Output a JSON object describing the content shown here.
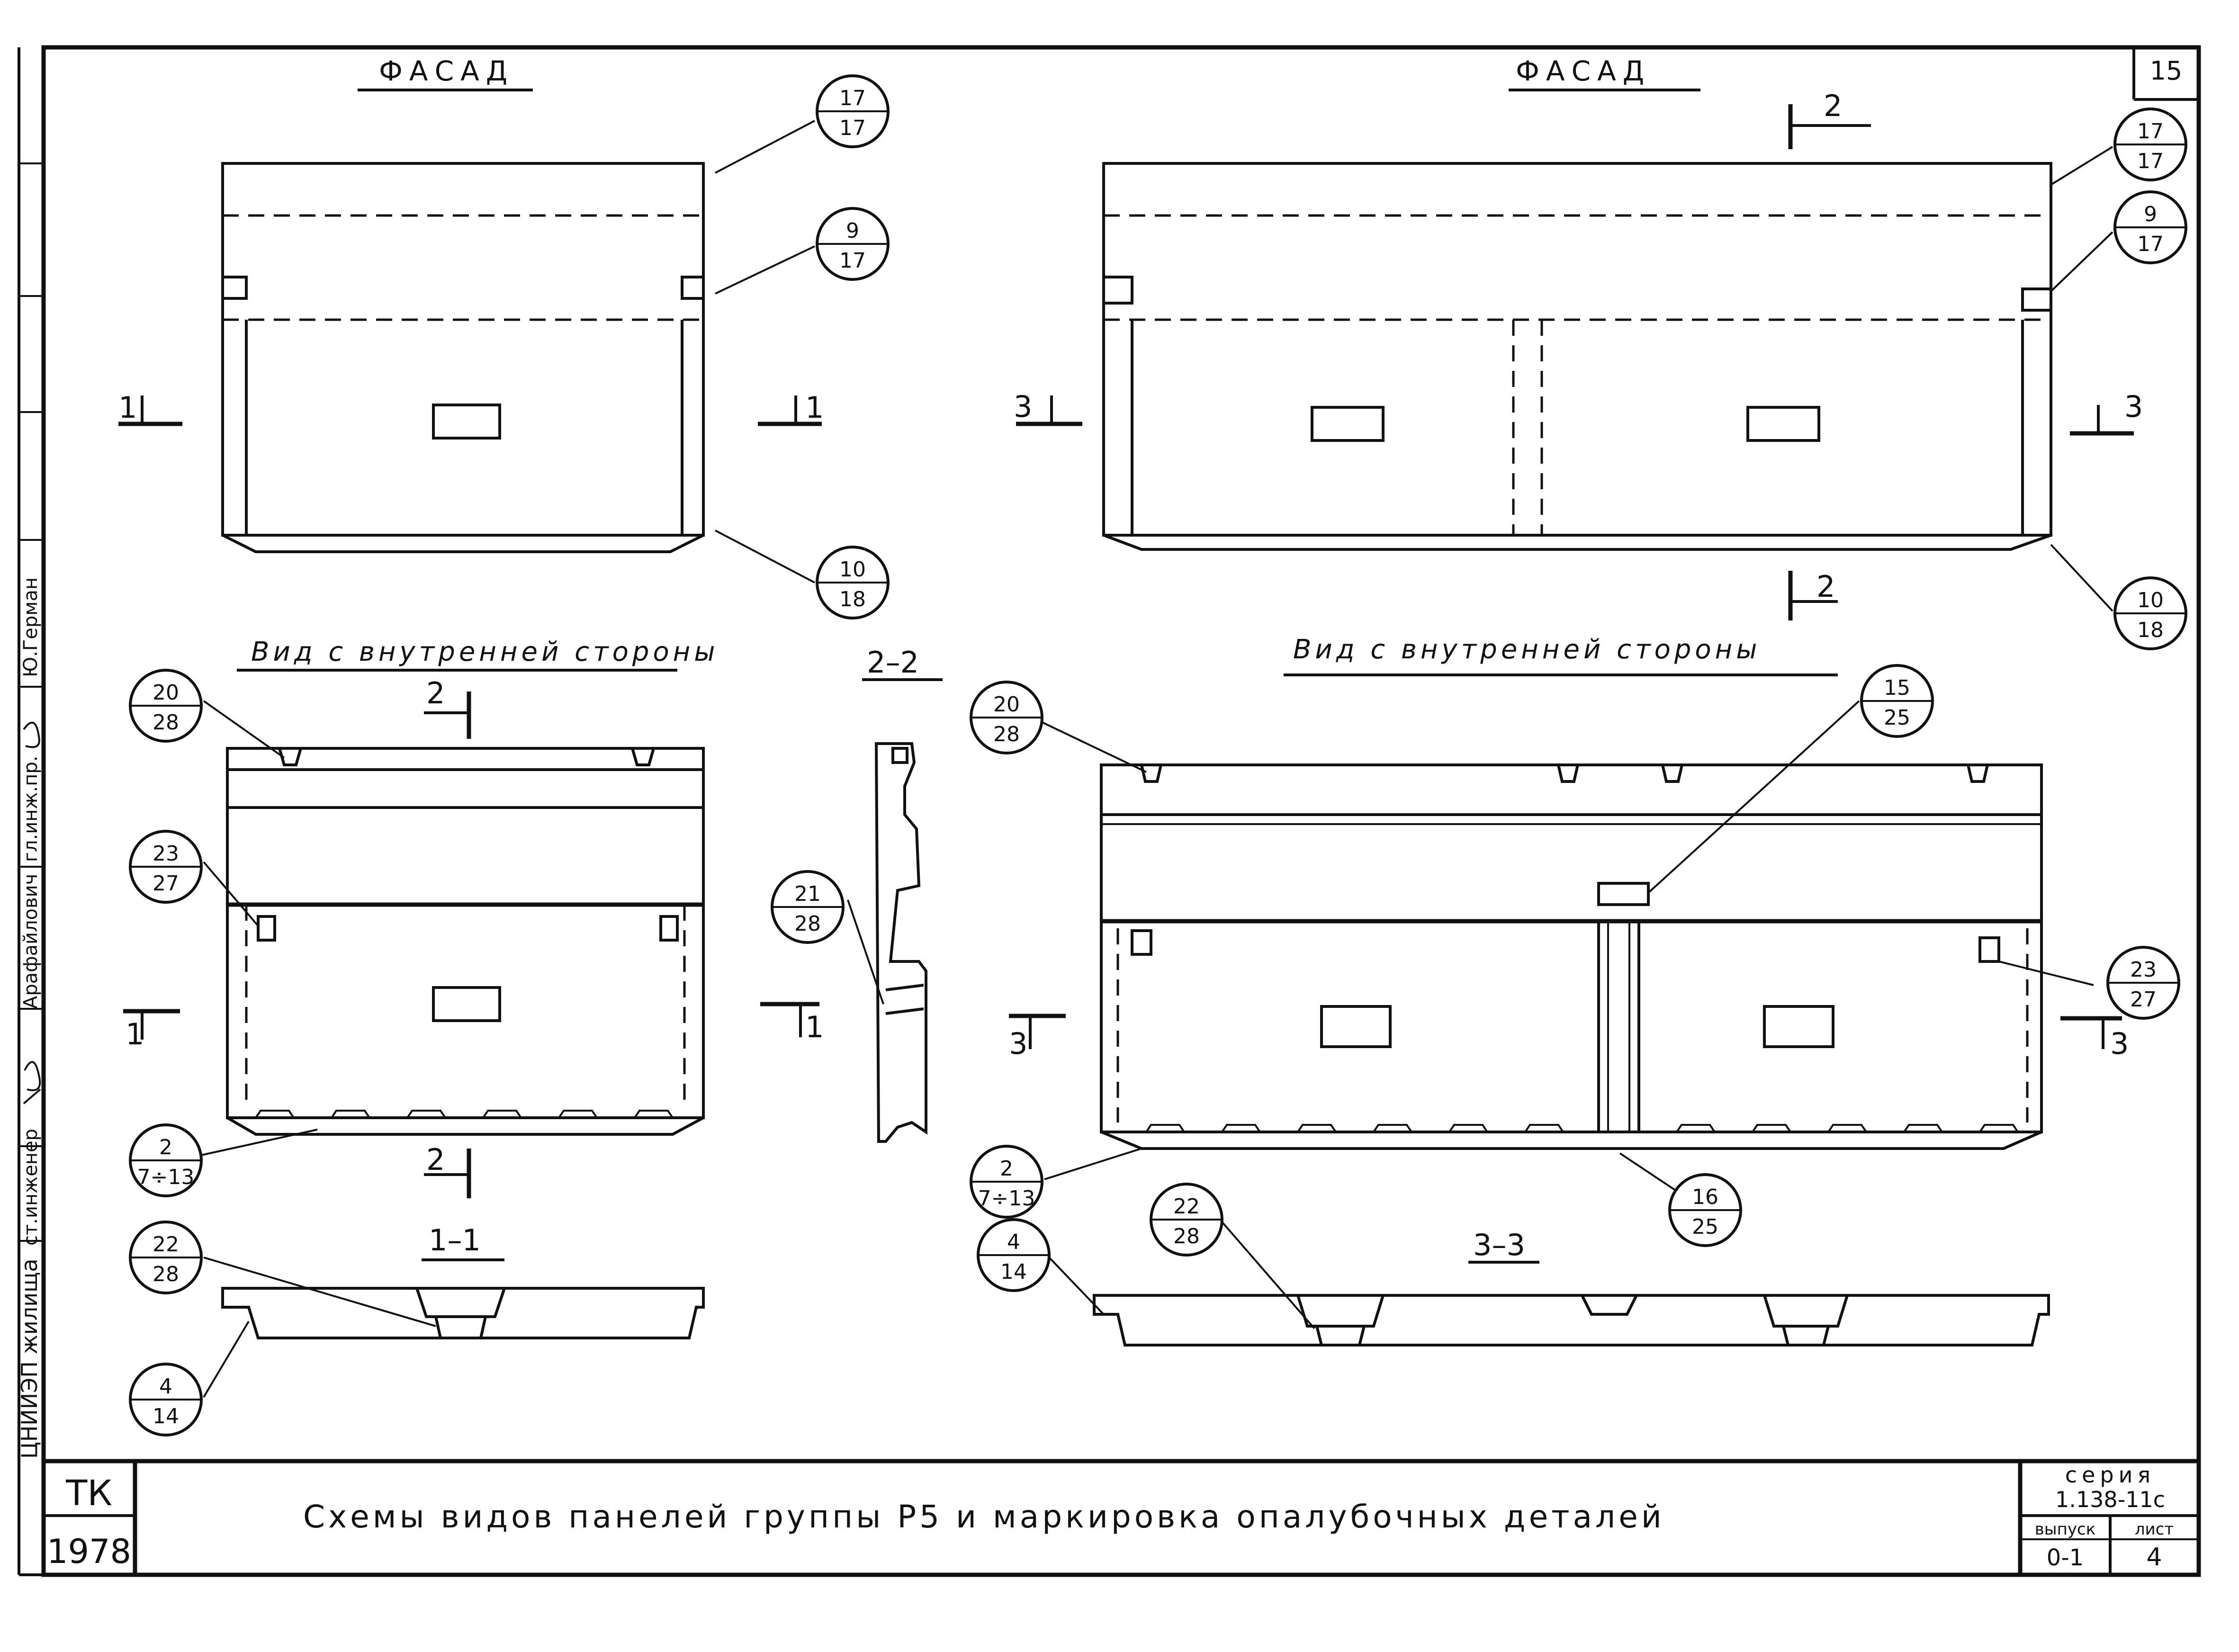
{
  "sheet_number": "15",
  "views": {
    "facade_left_title": "ФАСАД",
    "facade_right_title": "ФАСАД",
    "inner_left_title": "Вид с внутренней стороны",
    "inner_right_title": "Вид с внутренней стороны",
    "section_22_title": "2–2",
    "section_11_title": "1–1",
    "section_33_title": "3–3"
  },
  "section_marks": {
    "one": "1",
    "two": "2",
    "three": "3"
  },
  "callouts": {
    "c17_17_left": {
      "top": "17",
      "bottom": "17"
    },
    "c9_17_left": {
      "top": "9",
      "bottom": "17"
    },
    "c10_18_left": {
      "top": "10",
      "bottom": "18"
    },
    "c17_17_right": {
      "top": "17",
      "bottom": "17"
    },
    "c9_17_right": {
      "top": "9",
      "bottom": "17"
    },
    "c10_18_right": {
      "top": "10",
      "bottom": "18"
    },
    "c20_28_left": {
      "top": "20",
      "bottom": "28"
    },
    "c23_27_left": {
      "top": "23",
      "bottom": "27"
    },
    "c2_713_left": {
      "top": "2",
      "bottom": "7÷13"
    },
    "c21_28": {
      "top": "21",
      "bottom": "28"
    },
    "c20_28_right": {
      "top": "20",
      "bottom": "28"
    },
    "c15_25": {
      "top": "15",
      "bottom": "25"
    },
    "c23_27_right": {
      "top": "23",
      "bottom": "27"
    },
    "c2_713_right": {
      "top": "2",
      "bottom": "7÷13"
    },
    "c16_25": {
      "top": "16",
      "bottom": "25"
    },
    "c22_28_left": {
      "top": "22",
      "bottom": "28"
    },
    "c4_14_left": {
      "top": "4",
      "bottom": "14"
    },
    "c4_14_right": {
      "top": "4",
      "bottom": "14"
    },
    "c22_28_right": {
      "top": "22",
      "bottom": "28"
    }
  },
  "side_stamp": {
    "org": "ЦНИИЭП жилища",
    "role1": "ст.инженер",
    "name1": "Арафайлович",
    "role2": "гл.инж.пр.",
    "name2": "Ю.Герман"
  },
  "title_block": {
    "code": "ТК",
    "year": "1978",
    "title": "Схемы видов панелей группы Р5 и маркировка опалубочных деталей",
    "series_label": "серия",
    "series_value": "1.138-11с",
    "issue_label": "выпуск",
    "issue_value": "0-1",
    "sheet_label": "лист",
    "sheet_value": "4"
  }
}
